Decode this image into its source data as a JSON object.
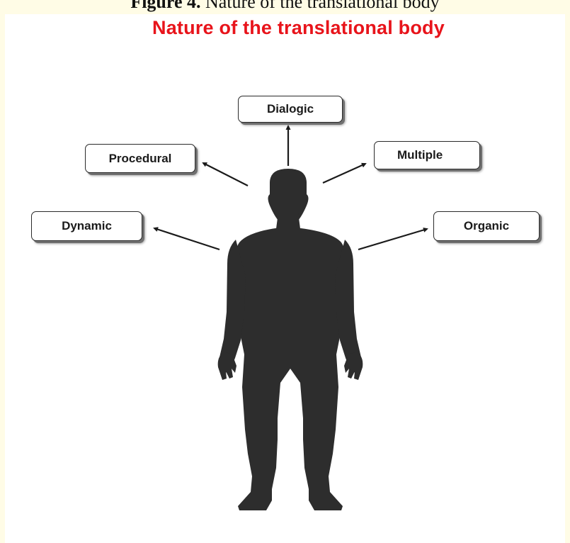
{
  "caption": {
    "label": "Figure 4.",
    "text": " Nature of the translational body"
  },
  "diagram": {
    "title": "Nature of the translational body",
    "nodes": [
      {
        "id": "dialogic",
        "label": "Dialogic"
      },
      {
        "id": "procedural",
        "label": "Procedural"
      },
      {
        "id": "multiple",
        "label": "Multiple"
      },
      {
        "id": "dynamic",
        "label": "Dynamic"
      },
      {
        "id": "organic",
        "label": "Organic"
      }
    ]
  },
  "colors": {
    "title": "#e8141b",
    "silhouette": "#2d2d2d",
    "page_background": "#fffce6"
  }
}
